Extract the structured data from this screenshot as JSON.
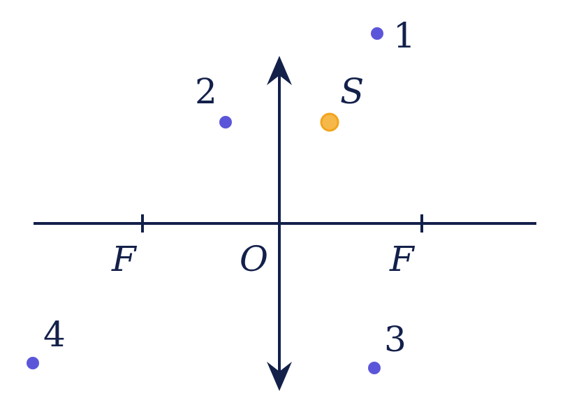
{
  "colors": {
    "ink": "#13204a",
    "point": "#5b56d9",
    "source_fill": "#f7b84a",
    "source_stroke": "#f2a41c"
  },
  "labels": {
    "focus_left": "F",
    "focus_right": "F",
    "center": "O",
    "source": "S",
    "point_1": "1",
    "point_2": "2",
    "point_3": "3",
    "point_4": "4"
  }
}
